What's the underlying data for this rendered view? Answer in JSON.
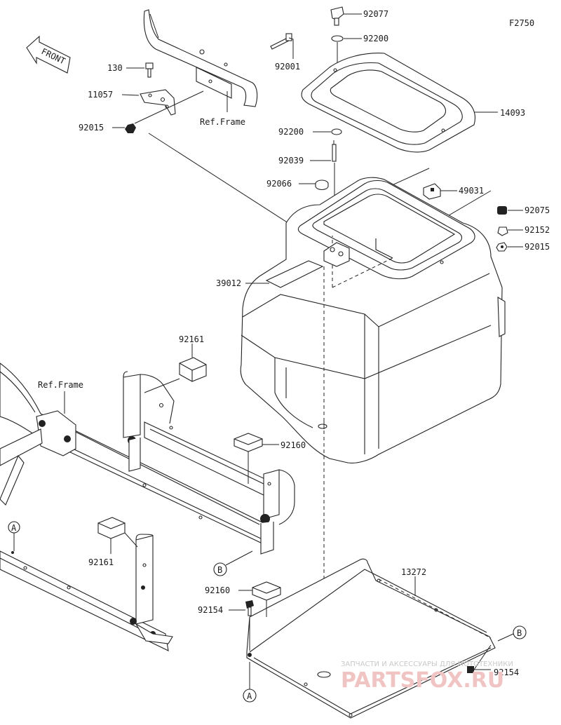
{
  "figure_code": "F2750",
  "front_label": "FRONT",
  "ref_frame_labels": [
    "Ref.Frame",
    "Ref.Frame"
  ],
  "part_labels": {
    "p92077": "92077",
    "p92200a": "92200",
    "p92001": "92001",
    "p130": "130",
    "p11057": "11057",
    "p92015a": "92015",
    "p14093": "14093",
    "p92200b": "92200",
    "p92039": "92039",
    "p92066": "92066",
    "p49031": "49031",
    "p92075": "92075",
    "p92152": "92152",
    "p92015b": "92015",
    "p39012": "39012",
    "p92161a": "92161",
    "p92160a": "92160",
    "p92161b": "92161",
    "p13272": "13272",
    "p92160b": "92160",
    "p92154a": "92154",
    "p92154b": "92154"
  },
  "callouts": {
    "A1": "A",
    "B1": "B",
    "B2": "B",
    "A2": "A"
  },
  "watermark": {
    "small": "ЗАПЧАСТИ И АКСЕССУАРЫ ДЛЯ МОТОТЕХНИКИ",
    "big": "PARTSFOX.RU"
  },
  "colors": {
    "line": "#222222",
    "watermark_small": "#c9c9c9",
    "watermark_big": "#f1c4c4"
  }
}
